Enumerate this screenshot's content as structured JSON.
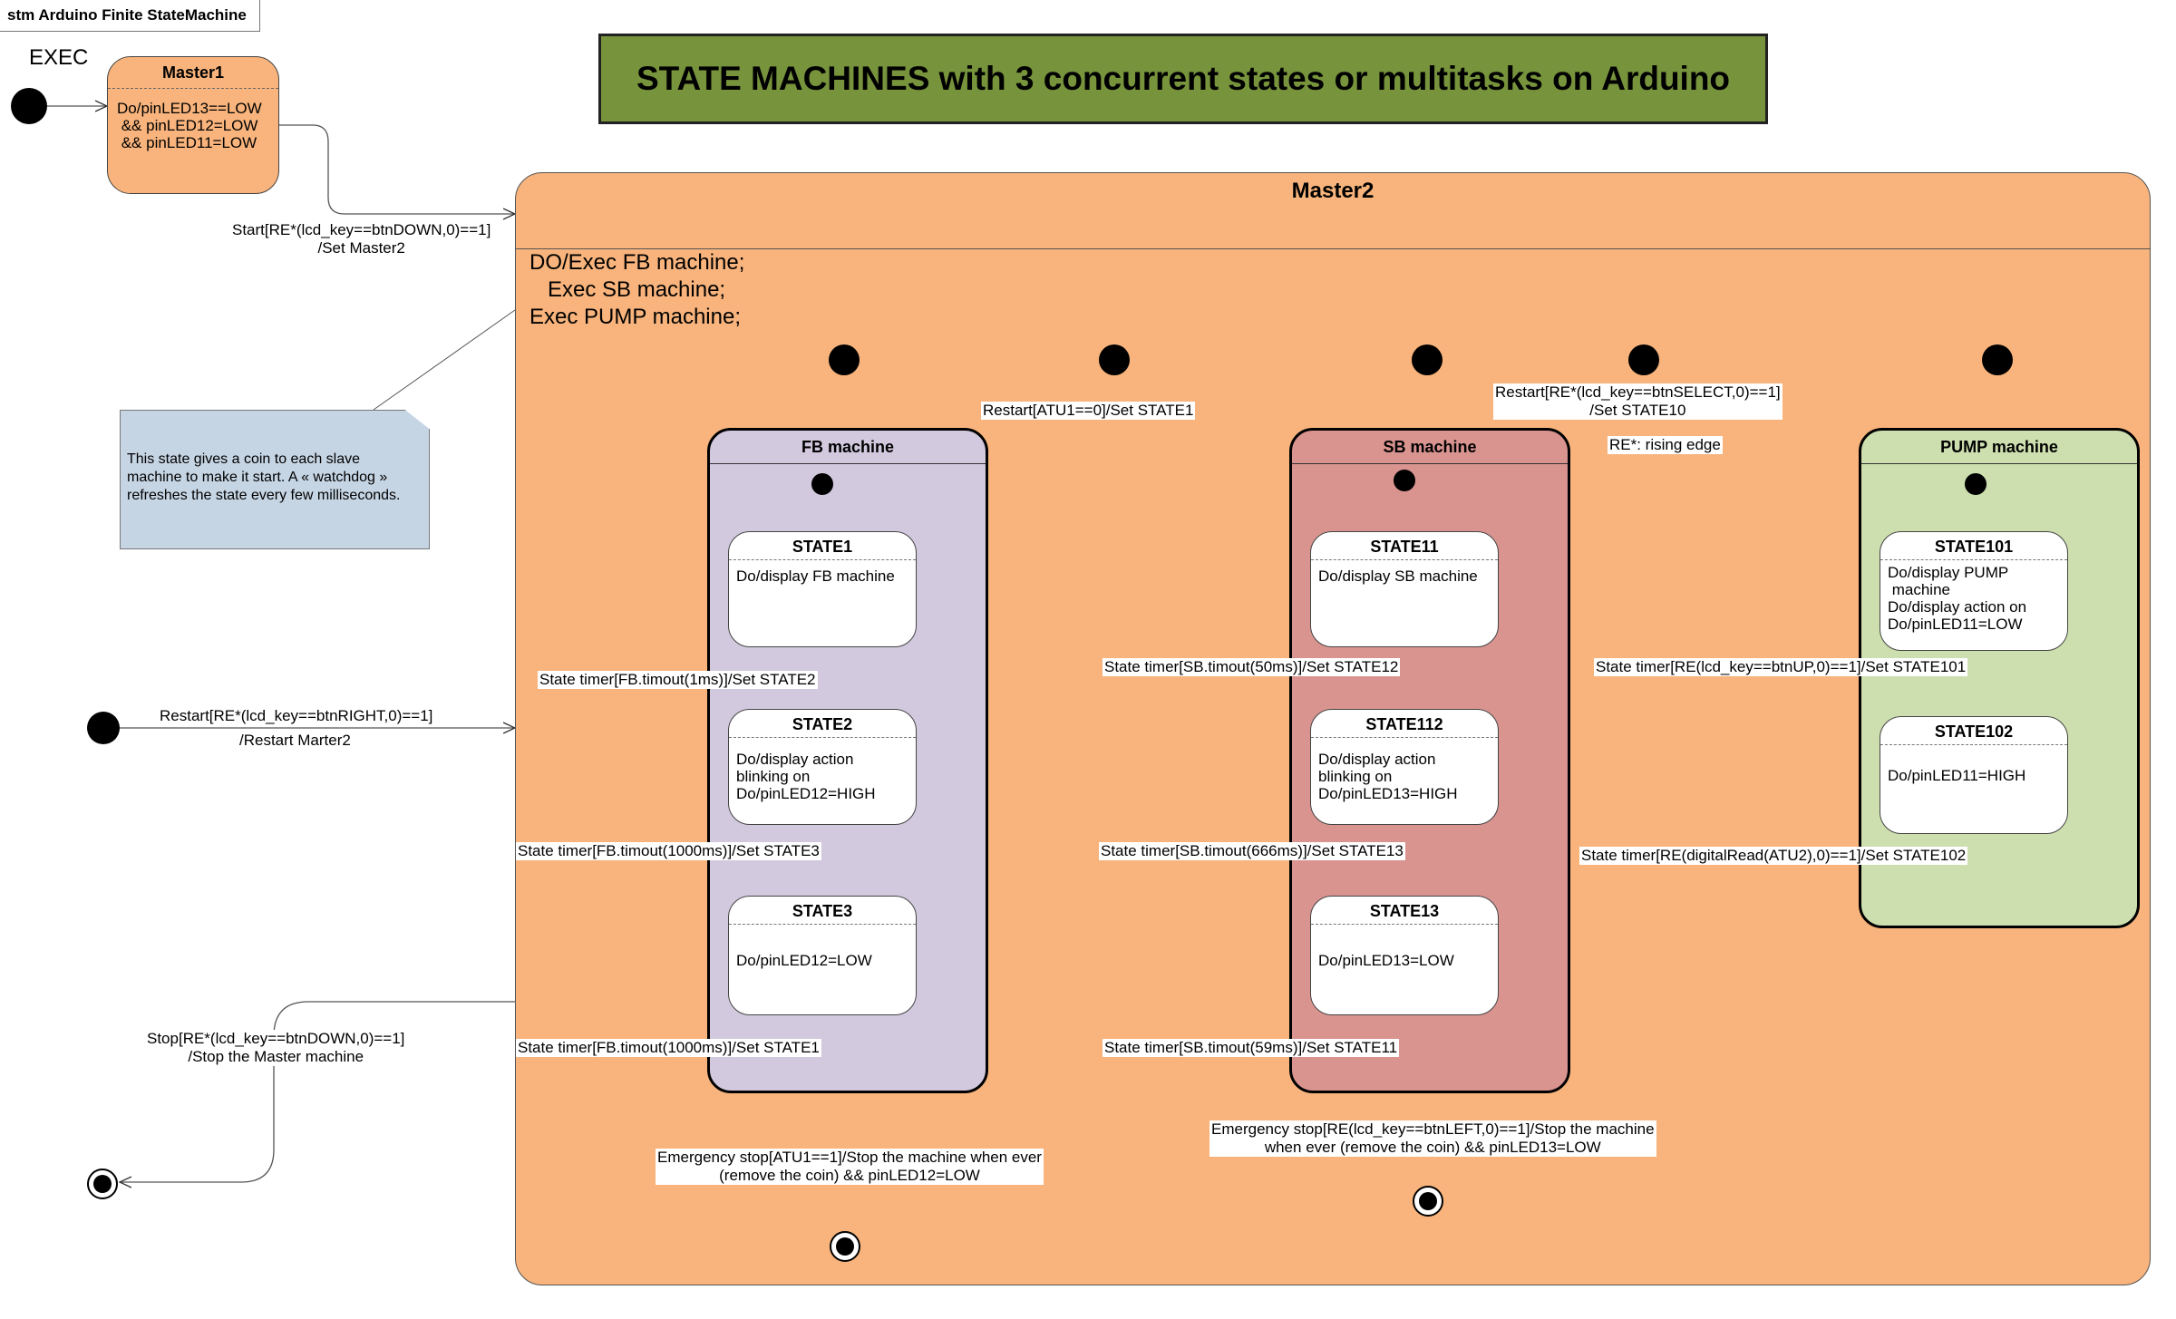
{
  "frame": {
    "label": "stm Arduino Finite StateMachine"
  },
  "title": "STATE MACHINES with 3 concurrent states or multitasks on Arduino",
  "exec_label": "EXEC",
  "colors": {
    "master": "#f8b47c",
    "fb": "#d2c9de",
    "sb": "#d99490",
    "pump": "#cddfaf",
    "title_bg": "#77933c",
    "note": "#c6d5e4"
  },
  "master1": {
    "name": "Master1",
    "body": "Do/pinLED13==LOW\n && pinLED12=LOW\n && pinLED11=LOW"
  },
  "master2": {
    "name": "Master2",
    "activity": "DO/Exec FB machine;\n   Exec SB machine;\nExec PUMP machine;"
  },
  "note": "This state gives a coin to each slave\nmachine to make it start. A « watchdog »\nrefreshes the state every few milliseconds.",
  "transitions": {
    "start": "Start[RE*(lcd_key==btnDOWN,0)==1]\n/Set Master2",
    "restart_master": "Restart[RE*(lcd_key==btnRIGHT,0)==1]",
    "restart_master2": "/Restart Marter2",
    "stop": "Stop[RE*(lcd_key==btnDOWN,0)==1]\n/Stop the Master machine",
    "restart_fb": "Restart[ATU1==0]/Set STATE1",
    "restart_sb": "Restart[RE*(lcd_key==btnSELECT,0)==1]\n/Set STATE10",
    "rising_edge": "RE*: rising edge",
    "fb_emergency": "Emergency stop[ATU1==1]/Stop the machine when ever\n(remove the coin) && pinLED12=LOW",
    "sb_emergency": "Emergency stop[RE(lcd_key==btnLEFT,0)==1]/Stop the machine\nwhen ever (remove the coin) && pinLED13=LOW"
  },
  "fb": {
    "name": "FB machine",
    "s1": {
      "name": "STATE1",
      "body": "Do/display FB machine"
    },
    "s2": {
      "name": "STATE2",
      "body": "Do/display action\nblinking on\nDo/pinLED12=HIGH"
    },
    "s3": {
      "name": "STATE3",
      "body": "Do/pinLED12=LOW"
    },
    "t1": "State timer[FB.timout(1ms)]/Set STATE2",
    "t2": "State timer[FB.timout(1000ms)]/Set STATE3",
    "t3": "State timer[FB.timout(1000ms)]/Set STATE1"
  },
  "sb": {
    "name": "SB machine",
    "s1": {
      "name": "STATE11",
      "body": "Do/display SB machine"
    },
    "s2": {
      "name": "STATE112",
      "body": "Do/display action\nblinking on\nDo/pinLED13=HIGH"
    },
    "s3": {
      "name": "STATE13",
      "body": "Do/pinLED13=LOW"
    },
    "t1": "State timer[SB.timout(50ms)]/Set STATE12",
    "t2": "State timer[SB.timout(666ms)]/Set STATE13",
    "t3": "State timer[SB.timout(59ms)]/Set STATE11"
  },
  "pump": {
    "name": "PUMP machine",
    "s1": {
      "name": "STATE101",
      "body": "Do/display PUMP\n machine\nDo/display action on\nDo/pinLED11=LOW"
    },
    "s2": {
      "name": "STATE102",
      "body": "Do/pinLED11=HIGH"
    },
    "t1": "State timer[RE(lcd_key==btnUP,0)==1]/Set STATE101",
    "t2": "State timer[RE(digitalRead(ATU2),0)==1]/Set STATE102"
  }
}
